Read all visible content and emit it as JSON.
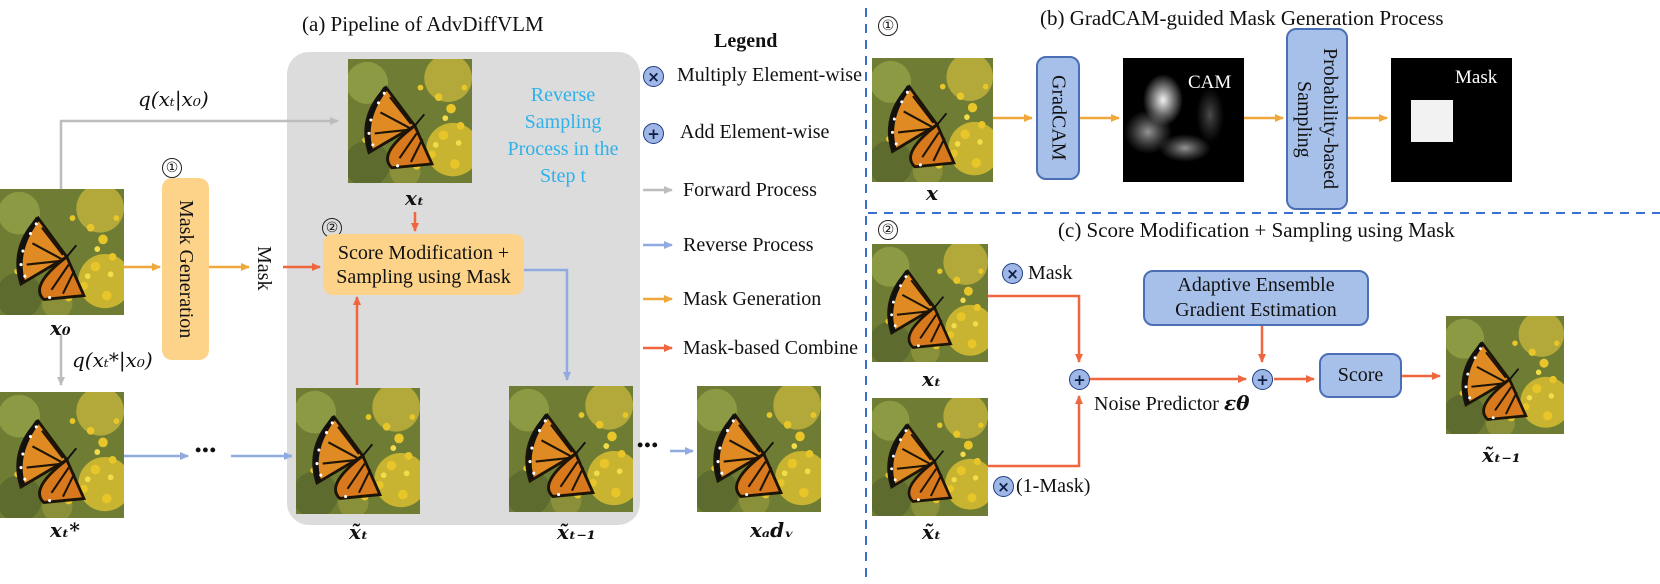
{
  "panels": {
    "a_title": "(a) Pipeline of AdvDiffVLM",
    "b_title": "(b) GradCAM-guided Mask Generation Process",
    "c_title": "(c) Score Modification + Sampling using Mask"
  },
  "pipeline": {
    "q_xt": "q(xₜ|x₀)",
    "q_xtstar": "q(xₜ*|x₀)",
    "x0": "x₀",
    "xtstar": "xₜ*",
    "xt": "xₜ",
    "xt_tilde": "x̃ₜ",
    "xt1_tilde": "x̃ₜ₋₁",
    "xadv": "xₐdᵥ",
    "mask_generation": "Mask Generation",
    "mask_label": "Mask",
    "score_mod": "Score Modification + Sampling using Mask",
    "reverse_text": "Reverse Sampling Process in the Step t",
    "step_one": "①",
    "step_two": "②",
    "dots": "•••"
  },
  "legend": {
    "title": "Legend",
    "items": [
      {
        "label": "Multiply Element-wise",
        "symbol": "×",
        "kind": "op"
      },
      {
        "label": "Add Element-wise",
        "symbol": "+",
        "kind": "op"
      },
      {
        "label": "Forward Process",
        "kind": "arrow",
        "color": "#bdbdbd"
      },
      {
        "label": "Reverse Process",
        "kind": "arrow",
        "color": "#8fabdf"
      },
      {
        "label": "Mask Generation",
        "kind": "arrow",
        "color": "#f0a73c"
      },
      {
        "label": "Mask-based Combine",
        "kind": "arrow",
        "color": "#f0673f"
      }
    ]
  },
  "panel_b": {
    "step": "①",
    "x": "x",
    "gradcam": "GradCAM",
    "cam": "CAM",
    "prob": "Probability-based Sampling",
    "mask": "Mask"
  },
  "panel_c": {
    "step": "②",
    "mask": "Mask",
    "one_minus_mask": "(1-Mask)",
    "xt": "xₜ",
    "xt_tilde": "x̃ₜ",
    "adaptive": "Adaptive Ensemble Gradient Estimation",
    "noise_predictor": "Noise Predictor",
    "epsilon": "εθ",
    "score": "Score",
    "xt1_tilde": "x̃ₜ₋₁",
    "times": "×",
    "plus": "+"
  },
  "colors": {
    "forward": "#bdbdbd",
    "reverse": "#8fabdf",
    "mask_gen": "#f0a73c",
    "combine": "#f0673f",
    "divider": "#3a6fd0",
    "reverse_text": "#2fb1ea"
  }
}
